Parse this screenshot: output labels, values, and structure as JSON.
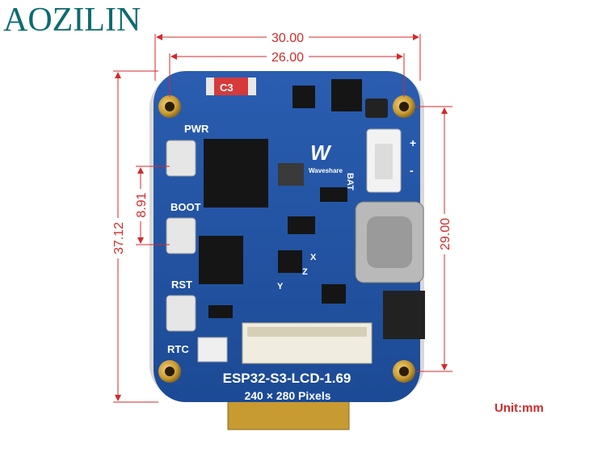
{
  "brand": "AOZILIN",
  "unit_label": "Unit:mm",
  "dimensions": {
    "width_outer": "30.00",
    "width_holes": "26.00",
    "height_outer": "37.12",
    "button_pitch": "8.91",
    "height_holes": "29.00"
  },
  "board": {
    "model": "ESP32-S3-LCD-1.69",
    "resolution": "240 × 280 Pixels",
    "vendor": "Waveshare",
    "labels": {
      "pwr": "PWR",
      "boot": "BOOT",
      "rst": "RST",
      "rtc": "RTC",
      "bat": "BAT",
      "c3": "C3",
      "plus": "+",
      "minus": "-",
      "axis_x": "X",
      "axis_y": "Y",
      "axis_z": "Z"
    }
  },
  "colors": {
    "board": "#1f4f9e",
    "dimension": "#d42a2a",
    "brand": "#0b6b6f"
  }
}
